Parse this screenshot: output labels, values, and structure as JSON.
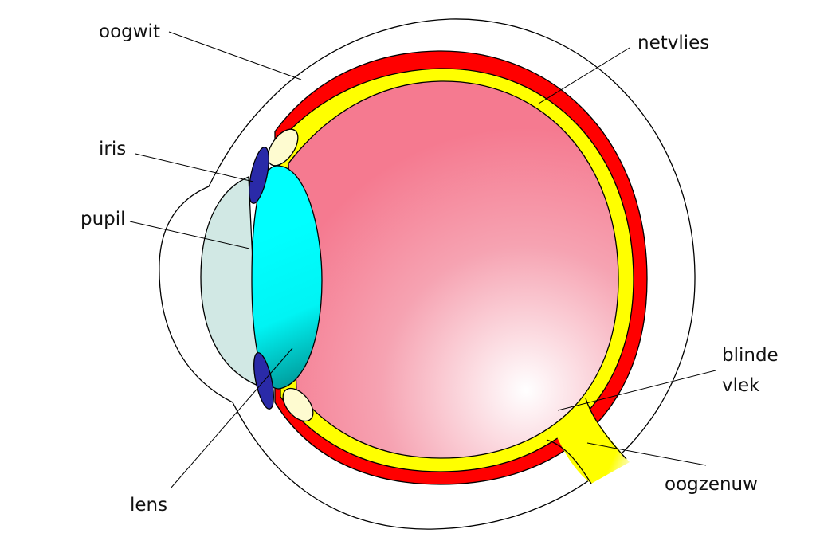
{
  "labels": {
    "oogwit": "oogwit",
    "netvlies": "netvlies",
    "iris": "iris",
    "pupil": "pupil",
    "blinde": "blinde",
    "vlek": "vlek",
    "lens": "lens",
    "oogzenuw": "oogzenuw"
  },
  "colors": {
    "choroid": "#ff0000",
    "retina": "#ffff00",
    "vitreous": "#f57a90",
    "lens": "#00ffff",
    "cornea_chamber": "#d1e8e4",
    "iris": "#2a2aa8",
    "ciliary": "#fefbd0",
    "outline": "#000000"
  }
}
